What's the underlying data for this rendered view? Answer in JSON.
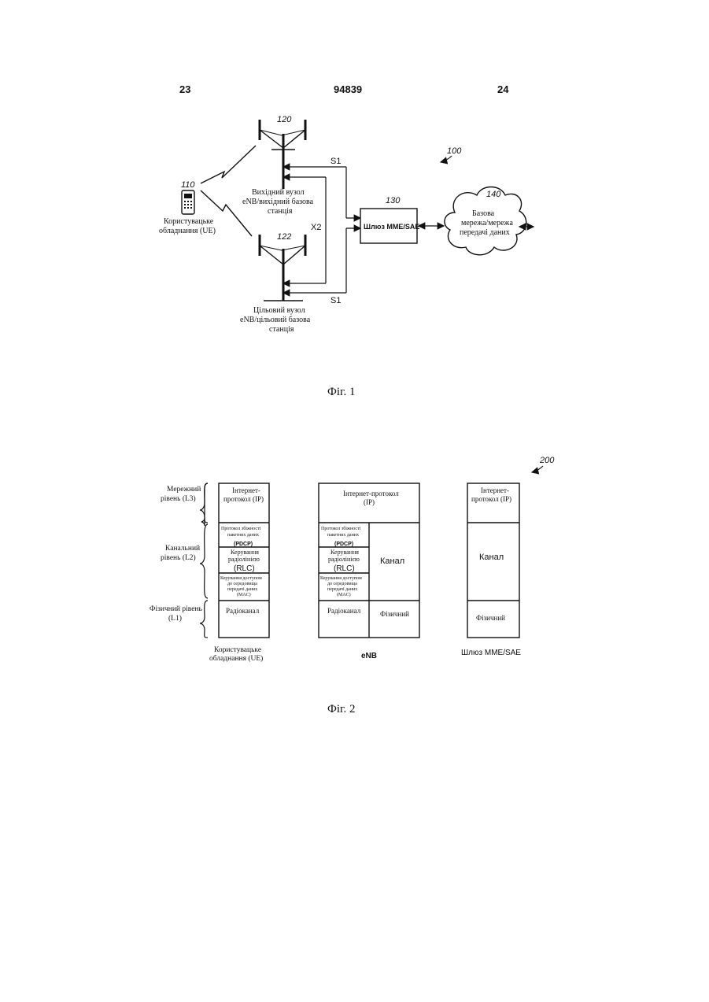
{
  "header": {
    "page_left": "23",
    "patent_number": "94839",
    "page_right": "24"
  },
  "fig1": {
    "caption": "Фіг. 1",
    "system_ref": "100",
    "ue": {
      "ref": "110",
      "label_line1": "Користувацьке",
      "label_line2": "обладнання (UE)"
    },
    "source_enb": {
      "ref": "120",
      "label_line1": "Вихідний вузол",
      "label_line2": "eNB/вихідний базова",
      "label_line3": "станція"
    },
    "target_enb": {
      "ref": "122",
      "label_line1": "Цільовий вузол",
      "label_line2": "eNB/цільовий базова",
      "label_line3": "станція"
    },
    "gateway": {
      "ref": "130",
      "label": "Шлюз MME/SAE"
    },
    "core": {
      "ref": "140",
      "label_line1": "Базова",
      "label_line2": "мережа/мережа",
      "label_line3": "передачі даних"
    },
    "links": {
      "s1_top": "S1",
      "s1_bottom": "S1",
      "x2": "X2"
    }
  },
  "fig2": {
    "caption": "Фіг. 2",
    "ref": "200",
    "layers": {
      "l3_line1": "Мережний",
      "l3_line2": "рівень (L3)",
      "l2_line1": "Канальний",
      "l2_line2": "рівень (L2)",
      "l1_line1": "Фізичний рівень",
      "l1_line2": "(L1)"
    },
    "ue_stack": {
      "ip_line1": "Інтернет-",
      "ip_line2": "протокол (IP)",
      "pdcp_line1": "Протокол збіжності",
      "pdcp_line2": "пакетних даних",
      "pdcp_abbr": "(PDCP)",
      "rlc_line1": "Керування",
      "rlc_line2": "радіолінією",
      "rlc_abbr": "(RLC)",
      "mac_line1": "Керування доступом",
      "mac_line2": "до середовища",
      "mac_line3": "передачі даних",
      "mac_abbr": "(MAC)",
      "phy": "Радіоканал",
      "label_line1": "Користувацьке",
      "label_line2": "обладнання (UE)"
    },
    "enb_stack": {
      "ip_line1": "Інтернет-протокол",
      "ip_line2": "(IP)",
      "pdcp_line1": "Протокол збіжності",
      "pdcp_line2": "пакетних даних",
      "pdcp_abbr": "(PDCP)",
      "rlc_line1": "Керування",
      "rlc_line2": "радіолінією",
      "rlc_abbr": "(RLC)",
      "mac_line1": "Керування доступом",
      "mac_line2": "до середовища",
      "mac_line3": "передачі даних",
      "mac_abbr": "(MAC)",
      "phy": "Радіоканал",
      "channel": "Канал",
      "physical": "Фізичний",
      "label": "eNB"
    },
    "gw_stack": {
      "ip_line1": "Інтернет-",
      "ip_line2": "протокол (IP)",
      "channel": "Канал",
      "physical": "Фізичний",
      "label": "Шлюз MME/SAE"
    }
  }
}
